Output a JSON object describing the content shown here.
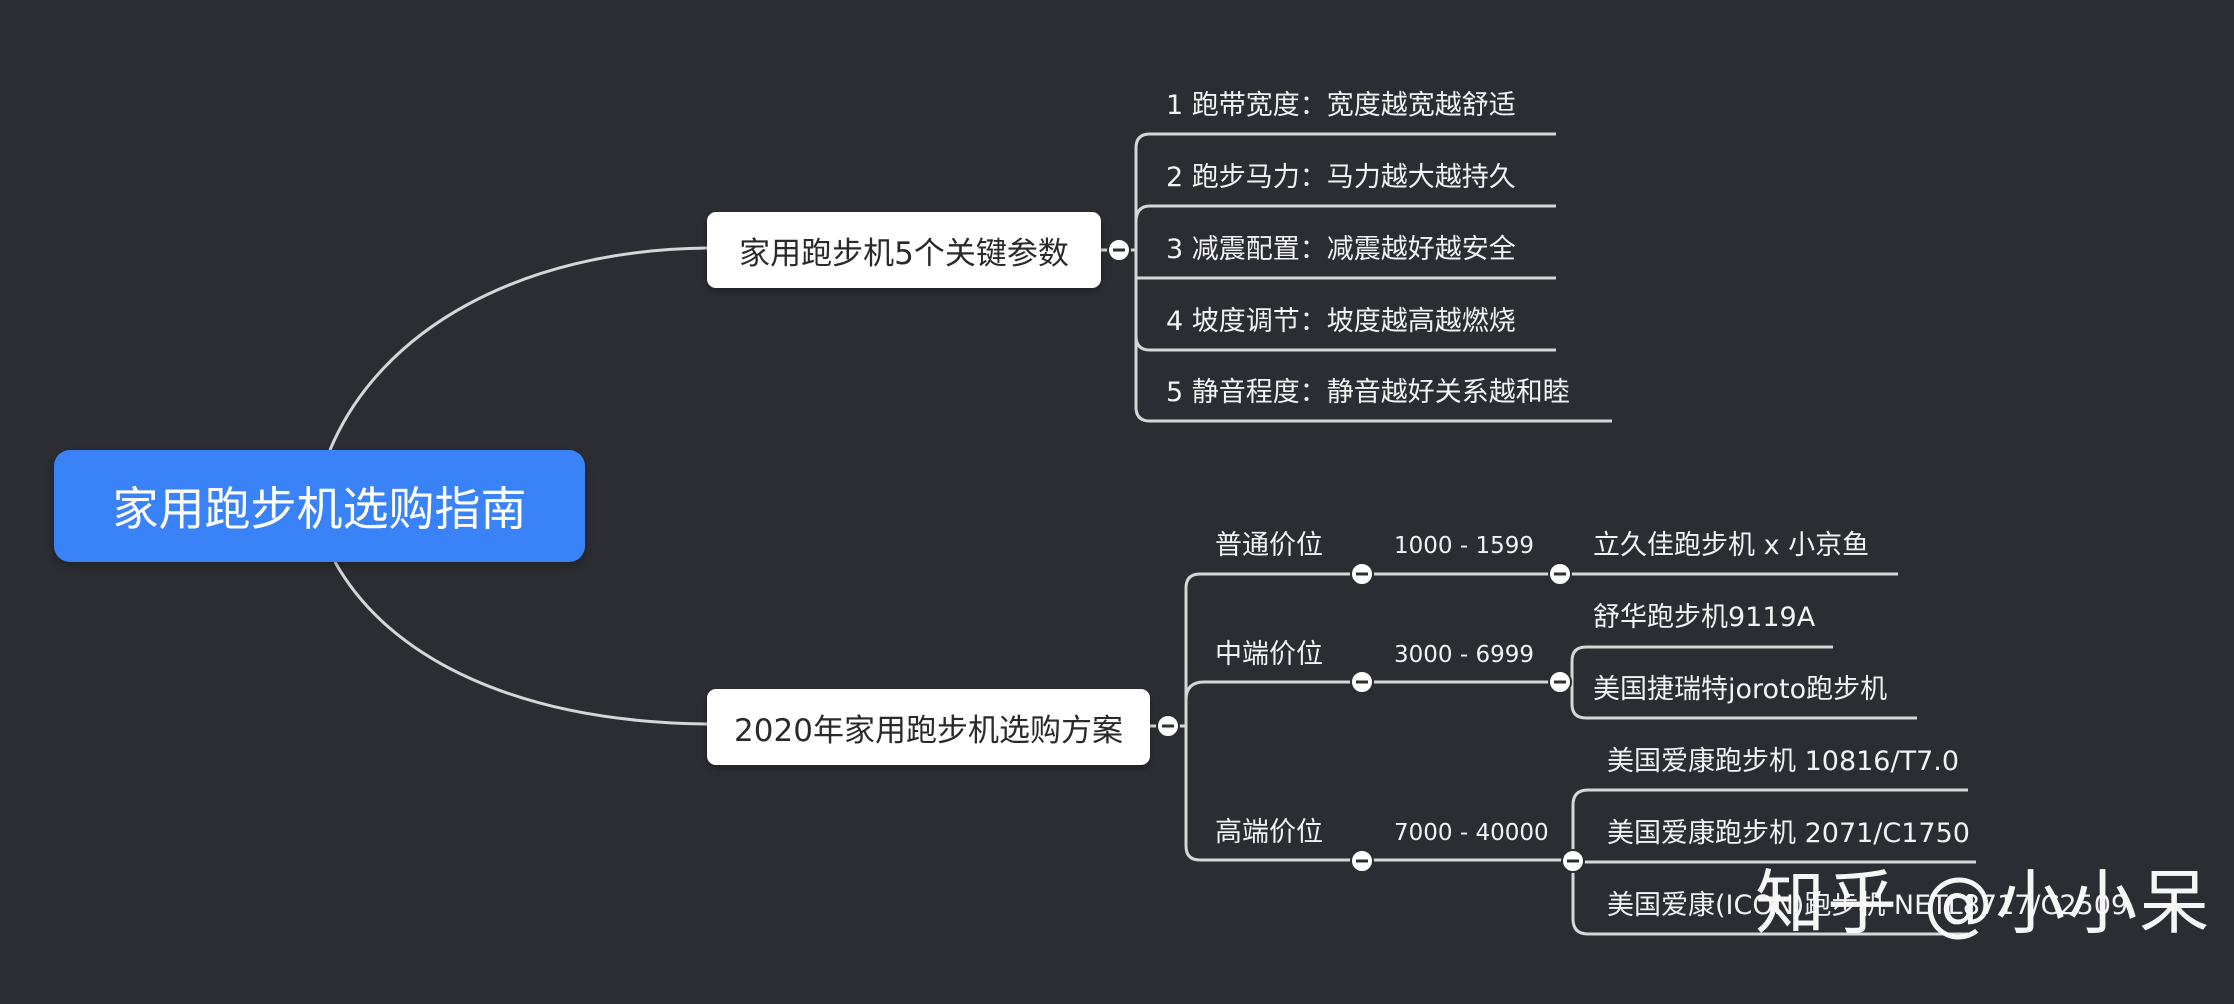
{
  "root": {
    "title": "家用跑步机选购指南"
  },
  "branch_params": {
    "title": "家用跑步机5个关键参数",
    "items": [
      "1 跑带宽度：宽度越宽越舒适",
      "2 跑步马力：马力越大越持久",
      "3 减震配置：减震越好越安全",
      "4 坡度调节：坡度越高越燃烧",
      "5 静音程度：静音越好关系越和睦"
    ]
  },
  "branch_plans": {
    "title": "2020年家用跑步机选购方案",
    "tiers": [
      {
        "name": "普通价位",
        "price": "1000 - 1599",
        "products": [
          "立久佳跑步机 x 小京鱼"
        ]
      },
      {
        "name": "中端价位",
        "price": "3000 - 6999",
        "products": [
          "舒华跑步机9119A",
          "美国捷瑞特joroto跑步机"
        ]
      },
      {
        "name": "高端价位",
        "price": "7000 - 40000",
        "products": [
          "美国爱康跑步机 10816/T7.0",
          "美国爱康跑步机 2071/C1750",
          "美国爱康(ICON)跑步机 NETL8717/C2509"
        ]
      }
    ]
  },
  "watermark": "知乎 @小小呆",
  "colors": {
    "background": "#2b2d32",
    "root_fill": "#3a82f7",
    "branch_fill": "#ffffff",
    "connector": "#d6d6d6"
  }
}
